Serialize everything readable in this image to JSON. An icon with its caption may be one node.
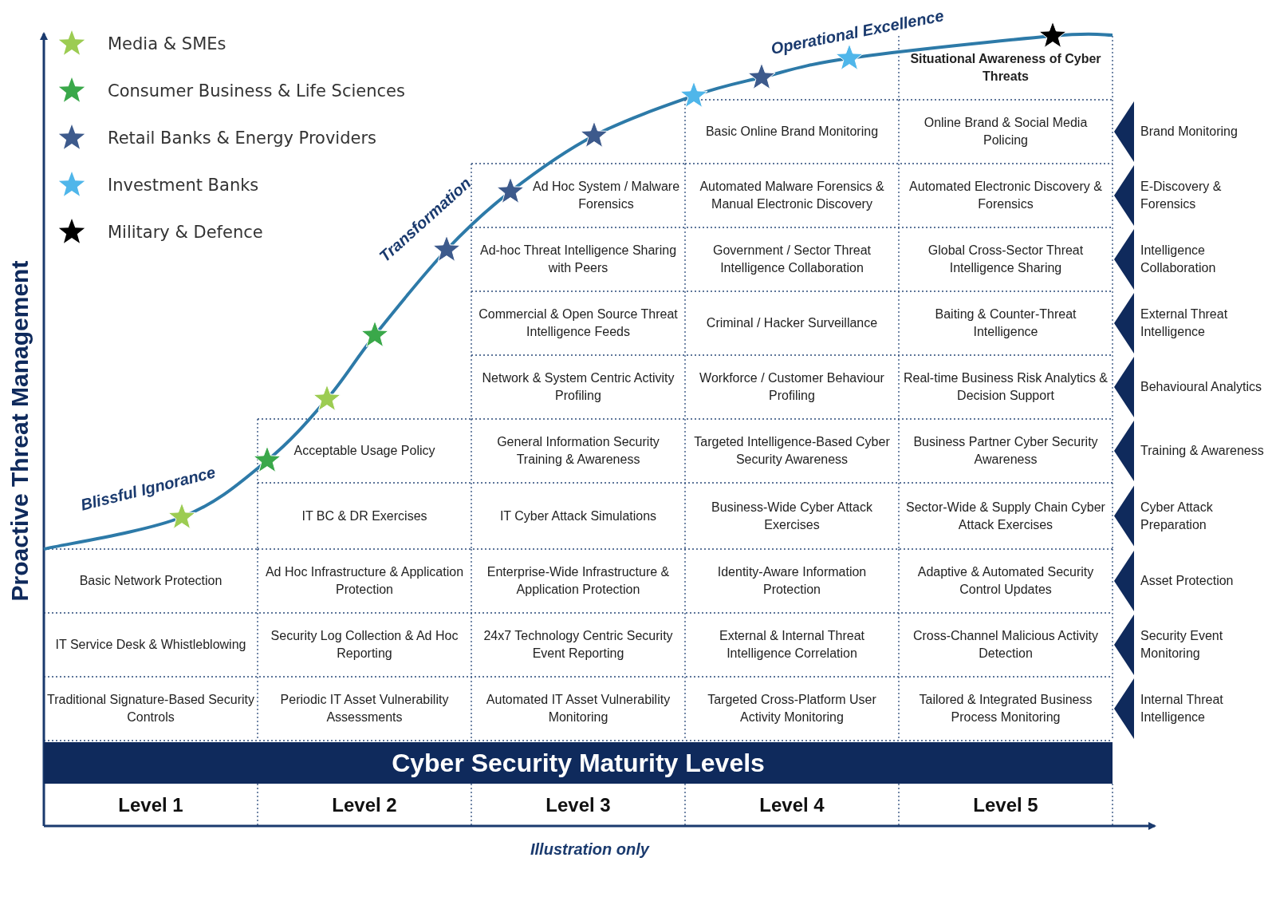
{
  "diagram": {
    "caption": "Illustration only",
    "labels": [
      "Proactive Threat Management",
      "Operational Excellence",
      "Transformation",
      "Blissful Ignorance",
      "Situational Awareness of Cyber Threats",
      "Basic Online Brand Monitoring",
      "Online Brand & Social Media Policing",
      "Brand Monitoring",
      "Ad Hoc System / Malware Forensics",
      "Automated Malware Forensics & Manual Electronic Discovery",
      "Automated Electronic Discovery & Forensics",
      "E-Discovery & Forensics",
      "Ad-hoc Threat Intelligence Sharing with Peers",
      "Government / Sector Threat Intelligence Collaboration",
      "Global Cross-Sector Threat Intelligence Sharing",
      "Intelligence Collaboration",
      "Commercial & Open Source Threat Intelligence Feeds",
      "Criminal / Hacker Surveillance",
      "Baiting & Counter-Threat Intelligence",
      "External Threat Intelligence",
      "Network & System Centric Activity Profiling",
      "Workforce / Customer Behaviour Profiling",
      "Real-time Business Risk Analytics & Decision Support",
      "Behavioural Analytics",
      "Acceptable Usage Policy",
      "General Information Security Training & Awareness",
      "Targeted Intelligence-Based Cyber Security Awareness",
      "Business Partner Cyber Security Awareness",
      "Training & Awareness",
      "IT BC & DR Exercises",
      "IT Cyber Attack Simulations",
      "Business-Wide Cyber Attack Exercises",
      "Sector-Wide & Supply Chain Cyber Attack Exercises",
      "Cyber Attack Preparation",
      "Basic Network Protection",
      "Ad Hoc Infrastructure & Application Protection",
      "Enterprise-Wide Infrastructure & Application Protection",
      "Identity-Aware Information Protection",
      "Adaptive & Automated Security Control Updates",
      "Asset Protection",
      "IT Service Desk & Whistleblowing",
      "Security Log Collection & Ad Hoc Reporting",
      "24x7 Technology Centric Security Event Reporting",
      "External & Internal Threat Intelligence Correlation",
      "Cross-Channel Malicious Activity Detection",
      "Security Event Monitoring",
      "Traditional Signature-Based Security Controls",
      "Periodic IT Asset Vulnerability Assessments",
      "Automated IT Asset Vulnerability Monitoring",
      "Targeted Cross-Platform User Activity Monitoring",
      "Tailored & Integrated Business Process Monitoring",
      "Internal Threat Intelligence",
      "Cyber Security Maturity Levels",
      "Level 1",
      "Level 2",
      "Level 3",
      "Level 4",
      "Level 5"
    ],
    "legend": [
      {
        "text": "Media & SMEs",
        "color": "#9ccc52"
      },
      {
        "text": "Consumer Business & Life Sciences",
        "color": "#3aa84a"
      },
      {
        "text": "Retail Banks & Energy Providers",
        "color": "#3d5a8c"
      },
      {
        "text": "Investment Banks",
        "color": "#4fb6ea"
      },
      {
        "text": "Military & Defence",
        "color": "#000000"
      }
    ]
  }
}
